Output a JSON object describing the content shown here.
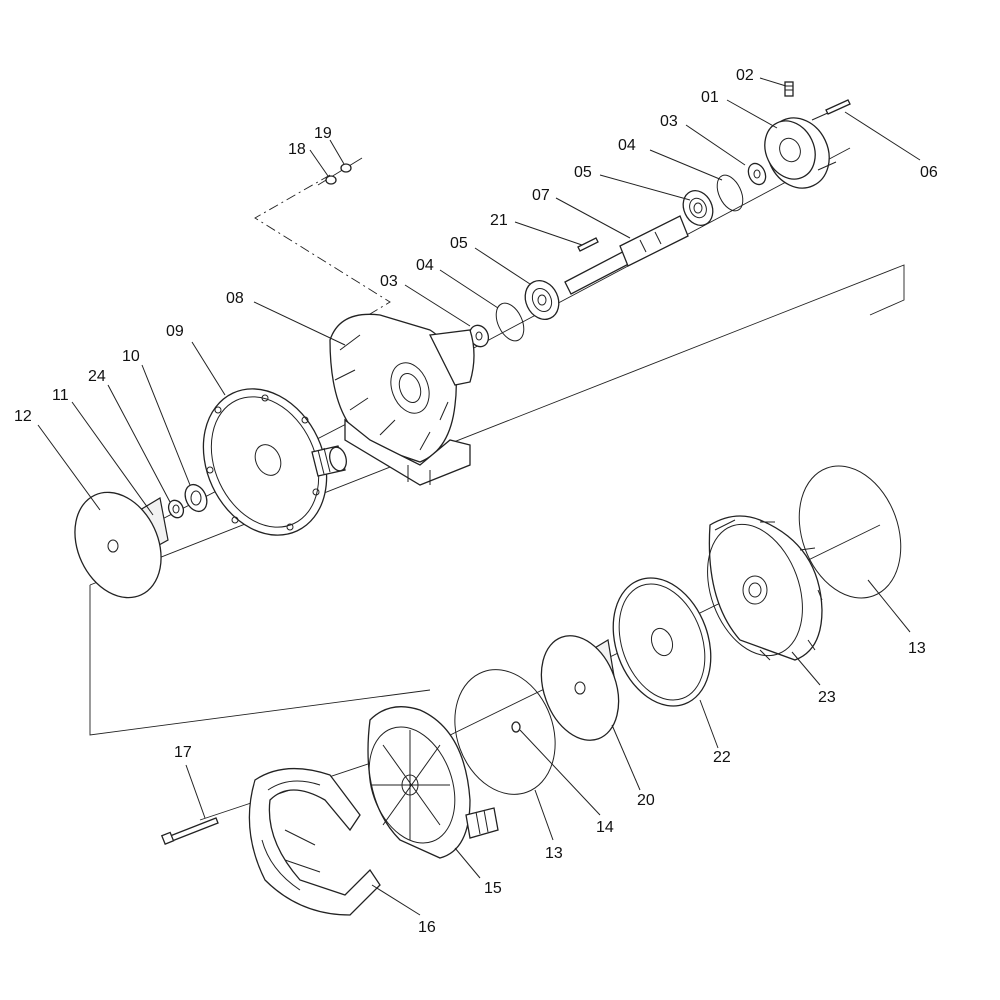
{
  "diagram": {
    "labels": [
      {
        "key": "01",
        "text": "01"
      },
      {
        "key": "02",
        "text": "02"
      },
      {
        "key": "03a",
        "text": "03"
      },
      {
        "key": "04a",
        "text": "04"
      },
      {
        "key": "05a",
        "text": "05"
      },
      {
        "key": "06",
        "text": "06"
      },
      {
        "key": "07",
        "text": "07"
      },
      {
        "key": "21",
        "text": "21"
      },
      {
        "key": "05b",
        "text": "05"
      },
      {
        "key": "04b",
        "text": "04"
      },
      {
        "key": "03b",
        "text": "03"
      },
      {
        "key": "08",
        "text": "08"
      },
      {
        "key": "09",
        "text": "09"
      },
      {
        "key": "10",
        "text": "10"
      },
      {
        "key": "24",
        "text": "24"
      },
      {
        "key": "11",
        "text": "11"
      },
      {
        "key": "12",
        "text": "12"
      },
      {
        "key": "18",
        "text": "18"
      },
      {
        "key": "19",
        "text": "19"
      },
      {
        "key": "13a",
        "text": "13"
      },
      {
        "key": "23",
        "text": "23"
      },
      {
        "key": "22",
        "text": "22"
      },
      {
        "key": "20",
        "text": "20"
      },
      {
        "key": "14",
        "text": "14"
      },
      {
        "key": "13b",
        "text": "13"
      },
      {
        "key": "15",
        "text": "15"
      },
      {
        "key": "16",
        "text": "16"
      },
      {
        "key": "17",
        "text": "17"
      }
    ]
  }
}
